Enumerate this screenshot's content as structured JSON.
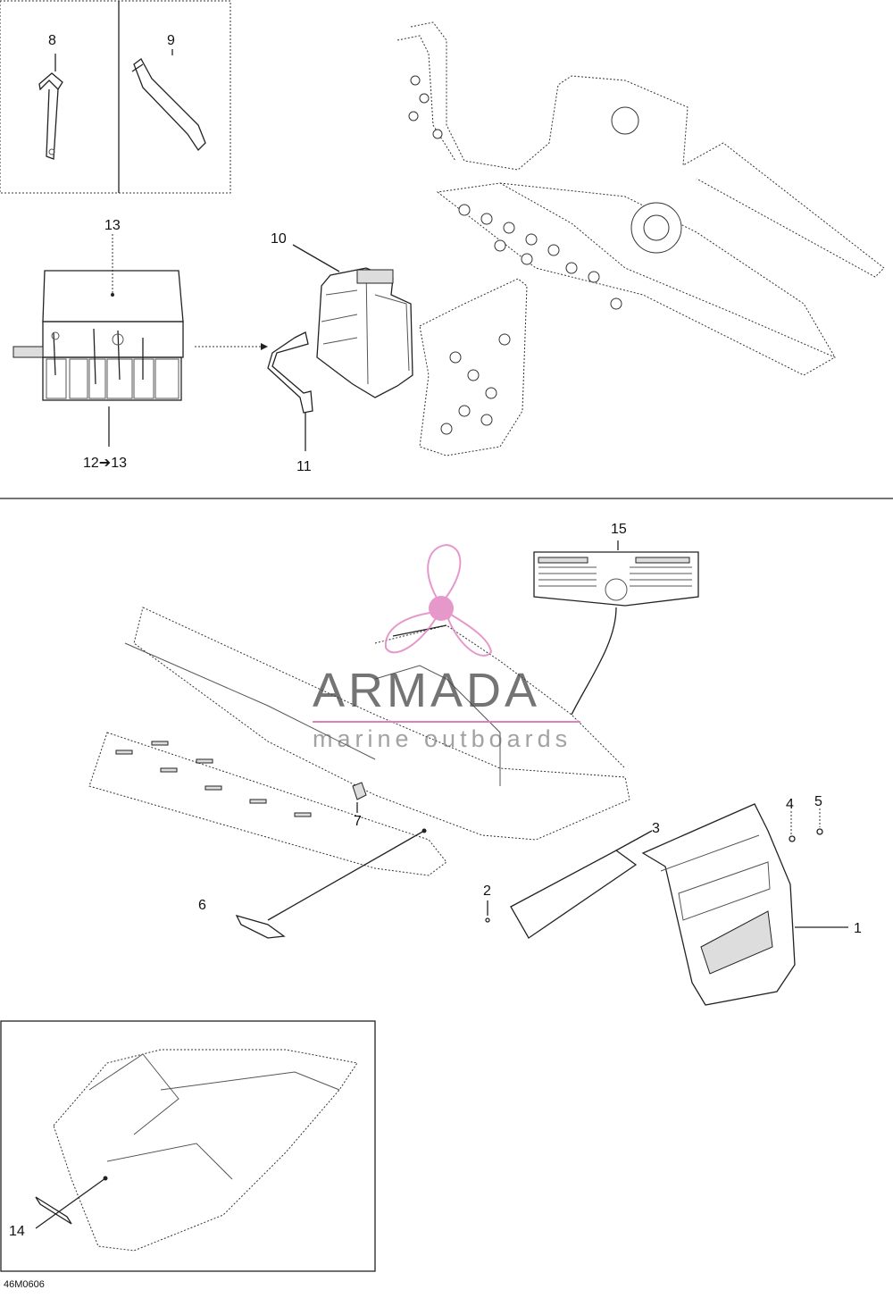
{
  "diagram": {
    "drawing_ref": "46M0606",
    "callouts": {
      "c1": "1",
      "c2": "2",
      "c3": "3",
      "c4": "4",
      "c5": "5",
      "c6": "6",
      "c7": "7",
      "c8": "8",
      "c9": "9",
      "c10": "10",
      "c11": "11",
      "c12_13": "12➔13",
      "c13": "13",
      "c14": "14",
      "c15": "15"
    }
  },
  "watermark": {
    "brand": "ARMADA",
    "tagline": "marine outboards",
    "color": "#e07fbf"
  }
}
